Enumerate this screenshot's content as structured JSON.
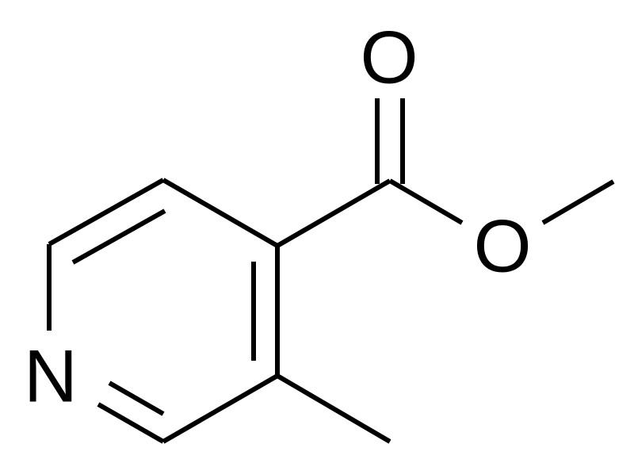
{
  "molecule": {
    "atoms": {
      "carbonyl_oxygen": "O",
      "ester_oxygen": "O",
      "ring_nitrogen": "N"
    },
    "colors": {
      "bond": "#000000",
      "label": "#000000",
      "background": "#ffffff"
    }
  }
}
